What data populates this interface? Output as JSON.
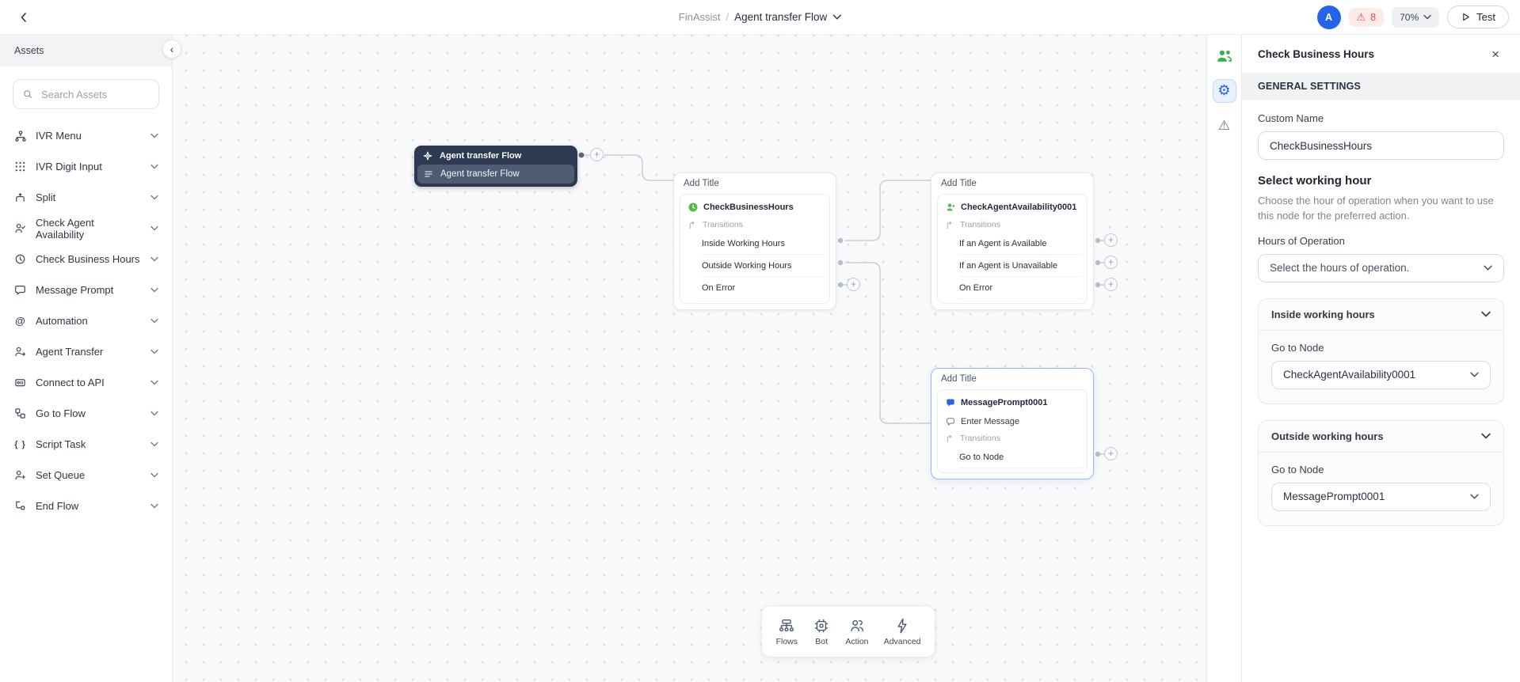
{
  "glyphs": {
    "plus": "+",
    "close": "×",
    "collapse": "‹",
    "gear": "⚙",
    "warning": "⚠",
    "at": "@",
    "braces": "{ }"
  },
  "colors": {
    "accent": "#2563eb",
    "green": "#4dbb47",
    "warning": "#e05a4f",
    "node_dark": "#2c3950",
    "selected_border": "#9bb6f1"
  },
  "header": {
    "brand": "FinAssist",
    "separator": "/",
    "flow_name": "Agent transfer Flow",
    "avatar_initial": "A",
    "warning_count": "8",
    "zoom_level": "70%",
    "test_label": "Test"
  },
  "sidebar": {
    "title": "Assets",
    "search_placeholder": "Search Assets",
    "items": [
      {
        "label": "IVR Menu",
        "icon": "ivr-menu-icon"
      },
      {
        "label": "IVR Digit Input",
        "icon": "digit-grid-icon"
      },
      {
        "label": "Split",
        "icon": "split-icon"
      },
      {
        "label": "Check Agent Availability",
        "icon": "agent-check-icon"
      },
      {
        "label": "Check Business Hours",
        "icon": "clock-icon"
      },
      {
        "label": "Message Prompt",
        "icon": "chat-bubble-icon"
      },
      {
        "label": "Automation",
        "icon": "automation-icon",
        "glyph": "@"
      },
      {
        "label": "Agent Transfer",
        "icon": "agent-transfer-icon"
      },
      {
        "label": "Connect to API",
        "icon": "api-icon"
      },
      {
        "label": "Go to Flow",
        "icon": "go-to-flow-icon"
      },
      {
        "label": "Script Task",
        "icon": "script-icon",
        "glyph": "{ }"
      },
      {
        "label": "Set Queue",
        "icon": "set-queue-icon"
      },
      {
        "label": "End Flow",
        "icon": "end-flow-icon"
      }
    ]
  },
  "canvas": {
    "start_node": {
      "title": "Agent transfer Flow",
      "subtitle": "Agent transfer Flow"
    },
    "cards": [
      {
        "title": "Add Title",
        "name": "CheckBusinessHours",
        "transitions_label": "Transitions",
        "items": [
          "Inside Working Hours",
          "Outside Working Hours",
          "On Error"
        ]
      },
      {
        "title": "Add Title",
        "name": "CheckAgentAvailability0001",
        "transitions_label": "Transitions",
        "items": [
          "If an Agent is Available",
          "If an Agent is Unavailable",
          "On Error"
        ]
      },
      {
        "title": "Add Title",
        "name": "MessagePrompt0001",
        "message_label": "Enter Message",
        "transitions_label": "Transitions",
        "items": [
          "Go to Node"
        ]
      }
    ],
    "toolbar": [
      {
        "label": "Flows",
        "icon": "flows-icon"
      },
      {
        "label": "Bot",
        "icon": "bot-icon"
      },
      {
        "label": "Action",
        "icon": "action-icon"
      },
      {
        "label": "Advanced",
        "icon": "advanced-icon"
      }
    ]
  },
  "icon_strip": {
    "icons": [
      "collaborators-icon",
      "settings-gear-icon",
      "warnings-icon"
    ]
  },
  "panel": {
    "title": "Check Business Hours",
    "section": "GENERAL SETTINGS",
    "custom_name_label": "Custom Name",
    "custom_name_value": "CheckBusinessHours",
    "working_hour_heading": "Select working hour",
    "working_hour_desc": "Choose the hour of operation when you want to use this node for the preferred action.",
    "hours_label": "Hours of Operation",
    "hours_placeholder": "Select the hours of operation.",
    "accordions": [
      {
        "title": "Inside working hours",
        "goto_label": "Go to Node",
        "value": "CheckAgentAvailability0001"
      },
      {
        "title": "Outside working hours",
        "goto_label": "Go to Node",
        "value": "MessagePrompt0001"
      }
    ]
  }
}
